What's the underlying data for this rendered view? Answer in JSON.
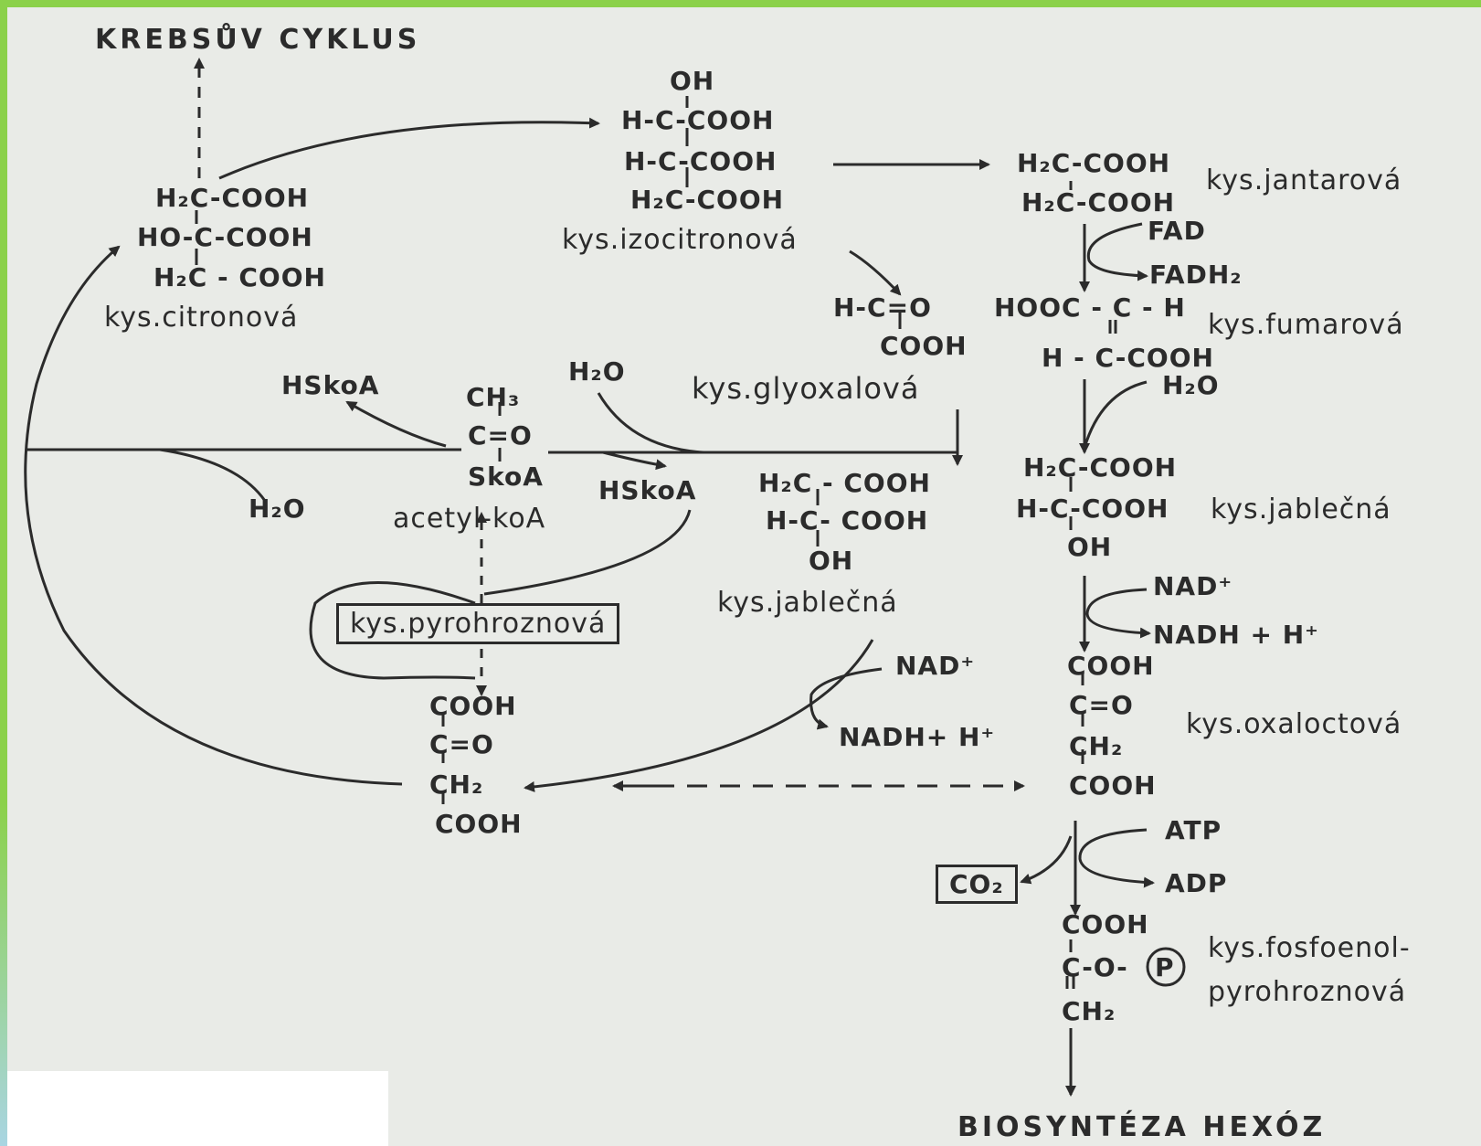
{
  "diagram": {
    "top_label": "KREBSŮV CYKLUS",
    "bottom_label": "BIOSYNTÉZA HEXÓZ",
    "citrate": {
      "lines": [
        "H₂C-COOH",
        "HO-C-COOH",
        "H₂C - COOH"
      ],
      "name": "kys.citronová"
    },
    "isocitrate": {
      "lines": [
        "OH",
        "H-C-COOH",
        "H-C-COOH",
        "H₂C-COOH"
      ],
      "name": "kys.izocitronová"
    },
    "succinate": {
      "lines": [
        "H₂C-COOH",
        "H₂C-COOH"
      ],
      "name": "kys.jantarová"
    },
    "fad": "FAD",
    "fadh2": "FADH₂",
    "fumarate": {
      "lines": [
        "HOOC - C - H",
        "H - C-COOH"
      ],
      "name": "kys.fumarová"
    },
    "glyoxylate": {
      "lines": [
        "H-C=O",
        "COOH"
      ],
      "name": "kys.glyoxalová"
    },
    "water_right": "H₂O",
    "malate_right": {
      "lines": [
        "H₂C-COOH",
        "H-C-COOH",
        "OH"
      ],
      "name": "kys.jablečná"
    },
    "nad_right": "NAD⁺",
    "nadh_right": "NADH + H⁺",
    "oxaloacetate": {
      "lines": [
        "COOH",
        "C=O",
        "CH₂",
        "COOH"
      ],
      "name": "kys.oxaloctová"
    },
    "atp": "ATP",
    "adp": "ADP",
    "co2": "CO₂",
    "pep": {
      "lines": [
        "COOH",
        "C-O-",
        "CH₂"
      ],
      "phosphate": "P",
      "name_1": "kys.fosfoenol-",
      "name_2": "pyrohroznová"
    },
    "acetyl": {
      "lines": [
        "CH₃",
        "C=O",
        "SkoA"
      ],
      "name": "acetyl-koA"
    },
    "hskoa_left": "HSkoA",
    "water_left": "H₂O",
    "water_mid": "H₂O",
    "hskoa_mid": "HSkoA",
    "malate_mid": {
      "lines": [
        "H₂C - COOH",
        "H-C- COOH",
        "OH"
      ],
      "name": "kys.jablečná"
    },
    "pyruvate": "kys.pyrohroznová",
    "nad_mid": "NAD⁺",
    "nadh_mid": "NADH+ H⁺",
    "oxaloacetate_mid": {
      "lines": [
        "COOH",
        "C=O",
        "CH₂",
        "COOH"
      ]
    }
  },
  "colors": {
    "ink": "#2b2b2b",
    "paper": "#e9ebe7",
    "frame": "#8bd14a"
  }
}
